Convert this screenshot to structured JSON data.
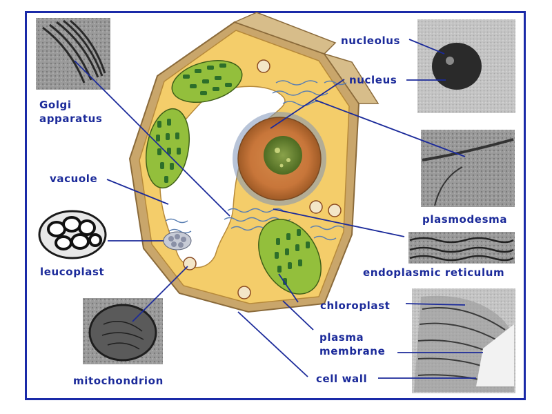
{
  "labels": {
    "golgi_line1": "Golgi",
    "golgi_line2": "apparatus",
    "vacuole": "vacuole",
    "leucoplast": "leucoplast",
    "mitochondrion": "mitochondrion",
    "nucleolus": "nucleolus",
    "nucleus": "nucleus",
    "plasmodesma": "plasmodesma",
    "endoplasmic_reticulum": "endoplasmic reticulum",
    "chloroplast": "chloroplast",
    "plasma_line1": "plasma",
    "plasma_line2": "membrane",
    "cell_wall": "cell wall"
  },
  "colors": {
    "frame": "#1a2aa8",
    "label_text": "#1b2a9a",
    "leader_line": "#1b2a9a",
    "cell_wall": "#c9a66b",
    "cytoplasm": "#f4cd6a",
    "nucleus": "#c8763a",
    "chloroplast": "#93bf3c"
  }
}
